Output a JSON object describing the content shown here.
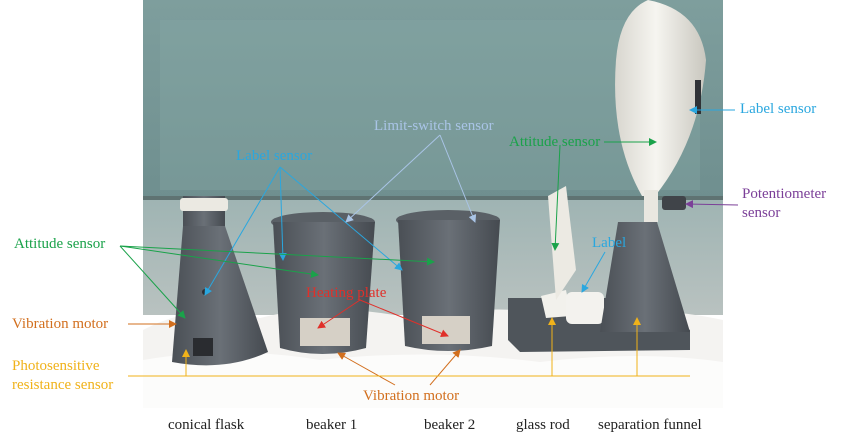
{
  "annotations": {
    "label_sensor_top_left": "Label sensor",
    "limit_switch_sensor": "Limit-switch sensor",
    "attitude_sensor_right": "Attitude sensor",
    "label_sensor_right": "Label sensor",
    "potentiometer_sensor_line1": "Potentiometer",
    "potentiometer_sensor_line2": "sensor",
    "attitude_sensor_left": "Attitude sensor",
    "label": "Label",
    "heating_plate": "Heating plate",
    "vibration_motor_left": "Vibration motor",
    "photosensitive_line1": "Photosensitive",
    "photosensitive_line2": "resistance sensor",
    "vibration_motor_bottom": "Vibration motor"
  },
  "captions": {
    "conical_flask": "conical flask",
    "beaker_1": "beaker 1",
    "beaker_2": "beaker 2",
    "glass_rod": "glass rod",
    "separation_funnel": "separation funnel"
  },
  "colors": {
    "label_sensor": "#2aa7df",
    "limit_switch": "#a9c4e6",
    "attitude": "#1aa24a",
    "potentiometer": "#7b3f98",
    "heating": "#e0302a",
    "vibration": "#d26f1e",
    "photosensitive": "#f0b21a"
  }
}
